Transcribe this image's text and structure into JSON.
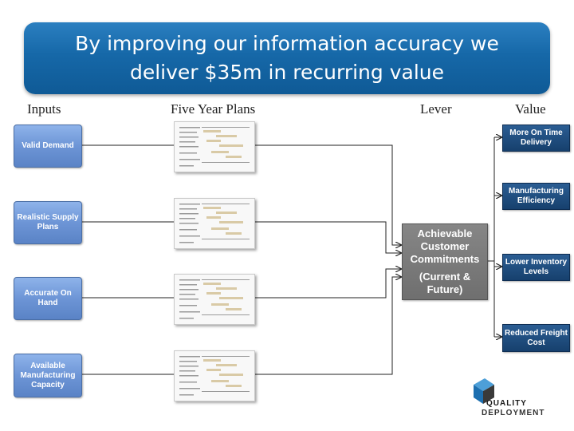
{
  "title": {
    "line1": "By improving our information accuracy  we",
    "line2": "deliver $35m in recurring value"
  },
  "headers": {
    "inputs": "Inputs",
    "plans": "Five Year Plans",
    "lever": "Lever",
    "value": "Value"
  },
  "inputs": [
    {
      "label": "Valid Demand"
    },
    {
      "label": "Realistic Supply Plans"
    },
    {
      "label": "Accurate On Hand"
    },
    {
      "label": "Available Manufacturing Capacity"
    }
  ],
  "lever": {
    "line1": "Achievable Customer Commitments",
    "line2": "(Current & Future)"
  },
  "values": [
    {
      "label": "More On Time Delivery"
    },
    {
      "label": "Manufacturing Efficiency"
    },
    {
      "label": "Lower Inventory Levels"
    },
    {
      "label": "Reduced Freight Cost"
    }
  ],
  "logo": {
    "line1": "QUALITY",
    "line2": "DEPLOYMENT"
  },
  "colors": {
    "banner": "#1668a8",
    "input_box": "#6d95d6",
    "lever_box": "#777777",
    "value_box": "#1f4b7d",
    "connector": "#222222"
  }
}
